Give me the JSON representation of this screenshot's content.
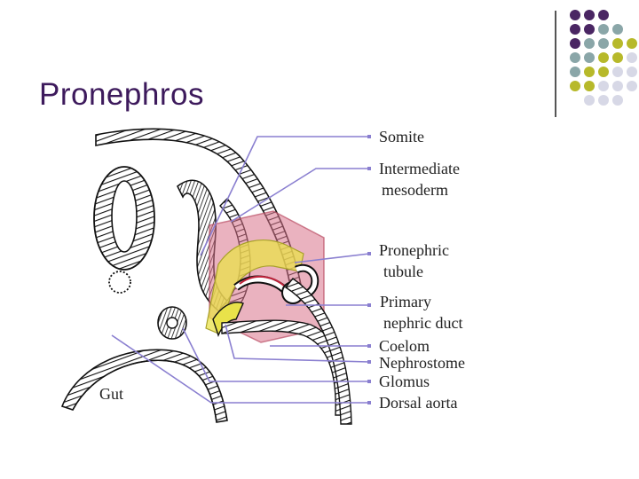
{
  "slide": {
    "title": "Pronephros"
  },
  "theme": {
    "accent_purple": "#4a2663",
    "accent_teal": "#8aa6a8",
    "accent_olive": "#b7b92a",
    "accent_lavender": "#d7d8e6",
    "title_color": "#3d1a5c",
    "leader_line_color": "#8a7fd0"
  },
  "diagram": {
    "labels": {
      "somite": "Somite",
      "intermediate_1": "Intermediate",
      "intermediate_2": "mesoderm",
      "pronephric_1": "Pronephric",
      "pronephric_2": "tubule",
      "primary_1": "Primary",
      "primary_2": "nephric duct",
      "coelom": "Coelom",
      "nephrostome": "Nephrostome",
      "glomus": "Glomus",
      "dorsal_aorta": "Dorsal aorta",
      "gut": "Gut"
    }
  }
}
